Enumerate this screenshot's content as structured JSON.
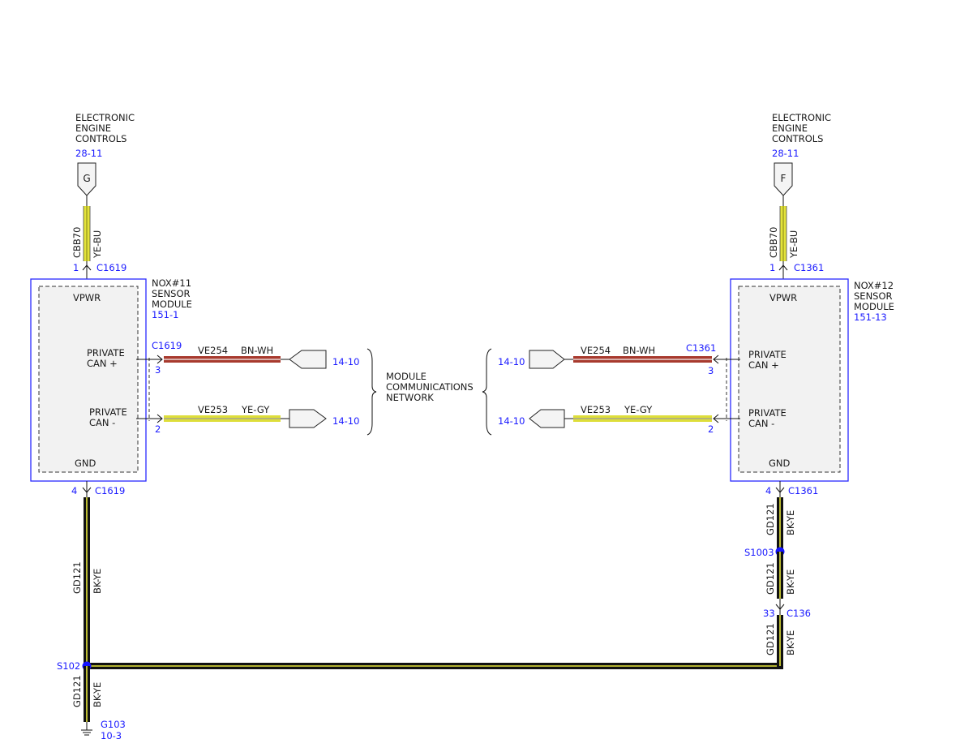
{
  "colors": {
    "ye_bu": "#e3e33a",
    "bn_wh": "#a83a2e",
    "ye_gy": "#dede3a",
    "bk_ye_outer": "#111111",
    "bk_ye_stripe": "#e6e63a",
    "splice": "#1515ff",
    "ref_text": "#1a1aff"
  },
  "left": {
    "dest_line1": "ELECTRONIC",
    "dest_line2": "ENGINE",
    "dest_line3": "CONTROLS",
    "dest_ref": "28-11",
    "conn_letter": "G",
    "vpwr_circuit": "CBB70",
    "vpwr_color": "YE-BU",
    "vpwr_pin": "1",
    "vpwr_connector": "C1619",
    "module_name1": "NOX#11",
    "module_name2": "SENSOR",
    "module_name3": "MODULE",
    "module_ref": "151-1",
    "vpwr_label": "VPWR",
    "can_plus_1": "PRIVATE",
    "can_plus_2": "CAN +",
    "can_minus_1": "PRIVATE",
    "can_minus_2": "CAN -",
    "gnd_label": "GND",
    "can_connector": "C1619",
    "can_plus_pin": "3",
    "can_minus_pin": "2",
    "can_plus_circuit": "VE254",
    "can_plus_color": "BN-WH",
    "can_minus_circuit": "VE253",
    "can_minus_color": "YE-GY",
    "can_plus_ref": "14-10",
    "can_minus_ref": "14-10",
    "gnd_pin": "4",
    "gnd_connector": "C1619",
    "gnd_circuit": "GD121",
    "gnd_color": "BK-YE",
    "splice": "S102",
    "ground_circuit": "GD121",
    "ground_color": "BK-YE",
    "ground_name": "G103",
    "ground_ref": "10-3"
  },
  "center": {
    "line1": "MODULE",
    "line2": "COMMUNICATIONS",
    "line3": "NETWORK"
  },
  "right": {
    "dest_line1": "ELECTRONIC",
    "dest_line2": "ENGINE",
    "dest_line3": "CONTROLS",
    "dest_ref": "28-11",
    "conn_letter": "F",
    "vpwr_circuit": "CBB70",
    "vpwr_color": "YE-BU",
    "vpwr_pin": "1",
    "vpwr_connector": "C1361",
    "module_name1": "NOX#12",
    "module_name2": "SENSOR",
    "module_name3": "MODULE",
    "module_ref": "151-13",
    "vpwr_label": "VPWR",
    "can_plus_1": "PRIVATE",
    "can_plus_2": "CAN +",
    "can_minus_1": "PRIVATE",
    "can_minus_2": "CAN -",
    "gnd_label": "GND",
    "can_connector": "C1361",
    "can_plus_pin": "3",
    "can_minus_pin": "2",
    "can_plus_circuit": "VE254",
    "can_plus_color": "BN-WH",
    "can_minus_circuit": "VE253",
    "can_minus_color": "YE-GY",
    "can_plus_ref": "14-10",
    "can_minus_ref": "14-10",
    "gnd_pin": "4",
    "gnd_connector": "C1361",
    "gnd_circuit_1": "GD121",
    "gnd_color_1": "BK-YE",
    "splice": "S1003",
    "gnd_circuit_2": "GD121",
    "gnd_color_2": "BK-YE",
    "inline_pin": "33",
    "inline_connector": "C136",
    "gnd_circuit_3": "GD121",
    "gnd_color_3": "BK-YE"
  }
}
